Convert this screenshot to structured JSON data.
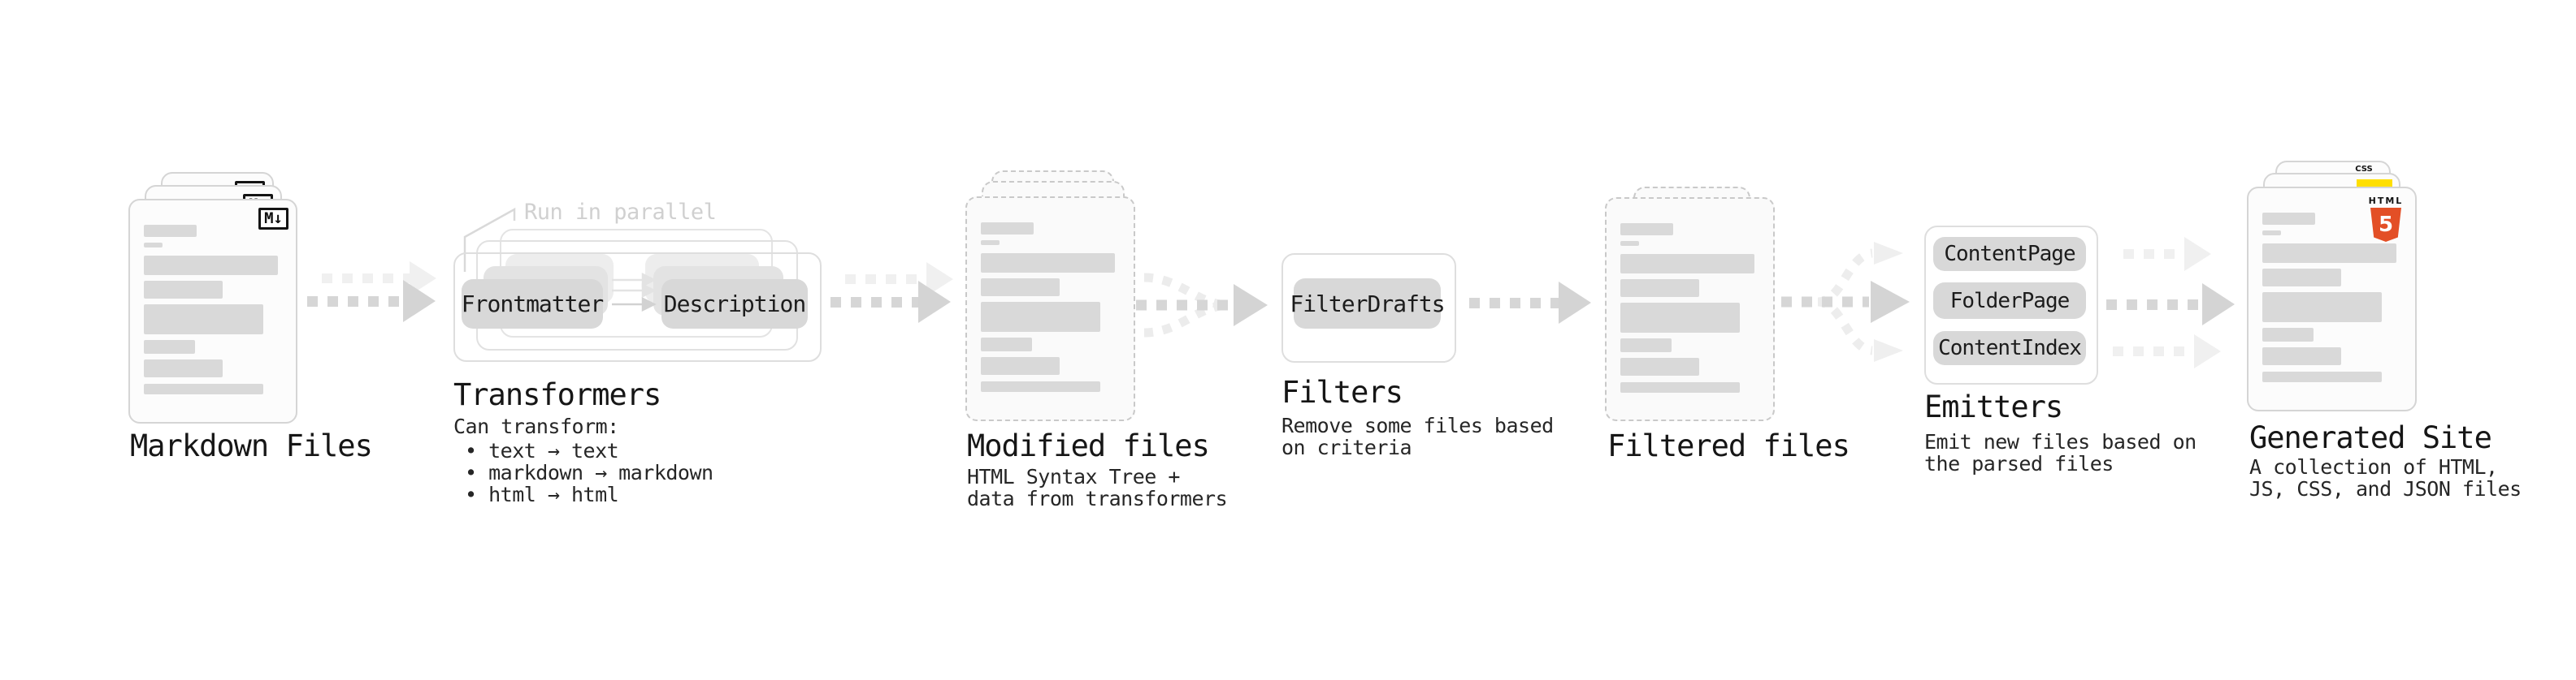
{
  "diagram": {
    "nodes": {
      "markdownFiles": {
        "label": "Markdown Files",
        "badge": "M↓"
      },
      "transformers": {
        "label": "Transformers",
        "annotation": "Run in parallel",
        "pillLeft": "Frontmatter",
        "pillRight": "Description",
        "descTitle": "Can transform:",
        "bullets": [
          "• text → text",
          "• markdown → markdown",
          "• html → html"
        ]
      },
      "modifiedFiles": {
        "label": "Modified files",
        "desc": [
          "HTML Syntax Tree +",
          "data from transformers"
        ]
      },
      "filters": {
        "label": "Filters",
        "pill": "FilterDrafts",
        "desc": [
          "Remove some files based",
          "on criteria"
        ]
      },
      "filteredFiles": {
        "label": "Filtered files"
      },
      "emitters": {
        "label": "Emitters",
        "pills": [
          "ContentPage",
          "FolderPage",
          "ContentIndex"
        ],
        "desc": [
          "Emit new files based on",
          "the parsed files"
        ]
      },
      "generatedSite": {
        "label": "Generated Site",
        "desc": [
          "A collection of HTML,",
          "JS, CSS, and JSON files"
        ],
        "cssBadge": "CSS",
        "htmlBadgeWord": "HTML",
        "htmlBadgeNumber": "5"
      }
    },
    "colors": {
      "accentOrange": "#e34f26",
      "accentYellow": "#ffdf00",
      "accentBlue": "#2965f1"
    }
  }
}
